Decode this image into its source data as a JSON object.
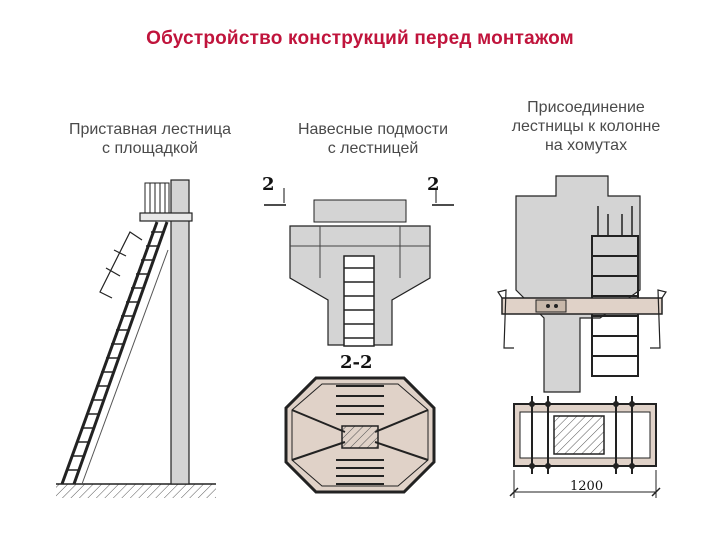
{
  "title": "Обустройство конструкций перед монтажом",
  "panels": [
    {
      "lines": [
        "Приставная лестница",
        "с площадкой"
      ]
    },
    {
      "lines": [
        "Навесные подмости",
        "с лестницей"
      ]
    },
    {
      "lines": [
        "Присоединение",
        "лестницы к колонне",
        "на хомутах"
      ]
    }
  ],
  "section_marks": {
    "left": "2",
    "right": "2",
    "section": "2-2"
  },
  "dimension": "1200",
  "colors": {
    "title": "#c0143c",
    "caption": "#4a4a4a",
    "concrete": "#d4d4d4",
    "bracket": "#e0d2c8"
  }
}
